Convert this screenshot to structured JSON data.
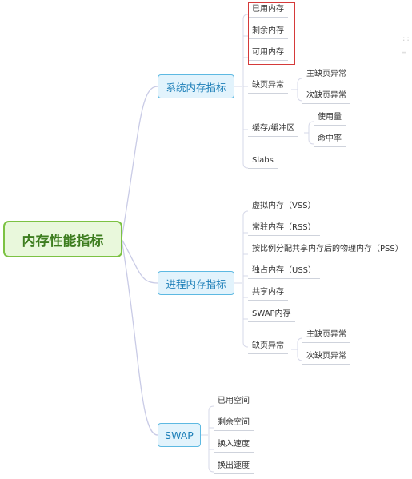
{
  "root": {
    "label": "内存性能指标"
  },
  "colors": {
    "root_border": "#7cc243",
    "root_fill": "#e9f8dc",
    "branch_border": "#5db9e2",
    "branch_fill": "#e2f3fc",
    "connector": "#c9cbe6",
    "leaf_underline": "#cfd3dc",
    "highlight_box": "#d53a3a"
  },
  "branches": [
    {
      "label": "系统内存指标",
      "children": [
        {
          "label": "已用内存"
        },
        {
          "label": "剩余内存"
        },
        {
          "label": "可用内存"
        },
        {
          "label": "缺页异常",
          "children": [
            {
              "label": "主缺页异常"
            },
            {
              "label": "次缺页异常"
            }
          ]
        },
        {
          "label": "缓存/缓冲区",
          "children": [
            {
              "label": "使用量"
            },
            {
              "label": "命中率"
            }
          ]
        },
        {
          "label": "Slabs"
        }
      ]
    },
    {
      "label": "进程内存指标",
      "children": [
        {
          "label": "虚拟内存（VSS）"
        },
        {
          "label": "常驻内存（RSS）"
        },
        {
          "label": "按比例分配共享内存后的物理内存（PSS）"
        },
        {
          "label": "独占内存（USS）"
        },
        {
          "label": "共享内存"
        },
        {
          "label": "SWAP内存"
        },
        {
          "label": "缺页异常",
          "children": [
            {
              "label": "主缺页异常"
            },
            {
              "label": "次缺页异常"
            }
          ]
        }
      ]
    },
    {
      "label": "SWAP",
      "children": [
        {
          "label": "已用空间"
        },
        {
          "label": "剩余空间"
        },
        {
          "label": "换入速度"
        },
        {
          "label": "换出速度"
        }
      ]
    }
  ],
  "edge_glyphs": [
    "::",
    "="
  ]
}
